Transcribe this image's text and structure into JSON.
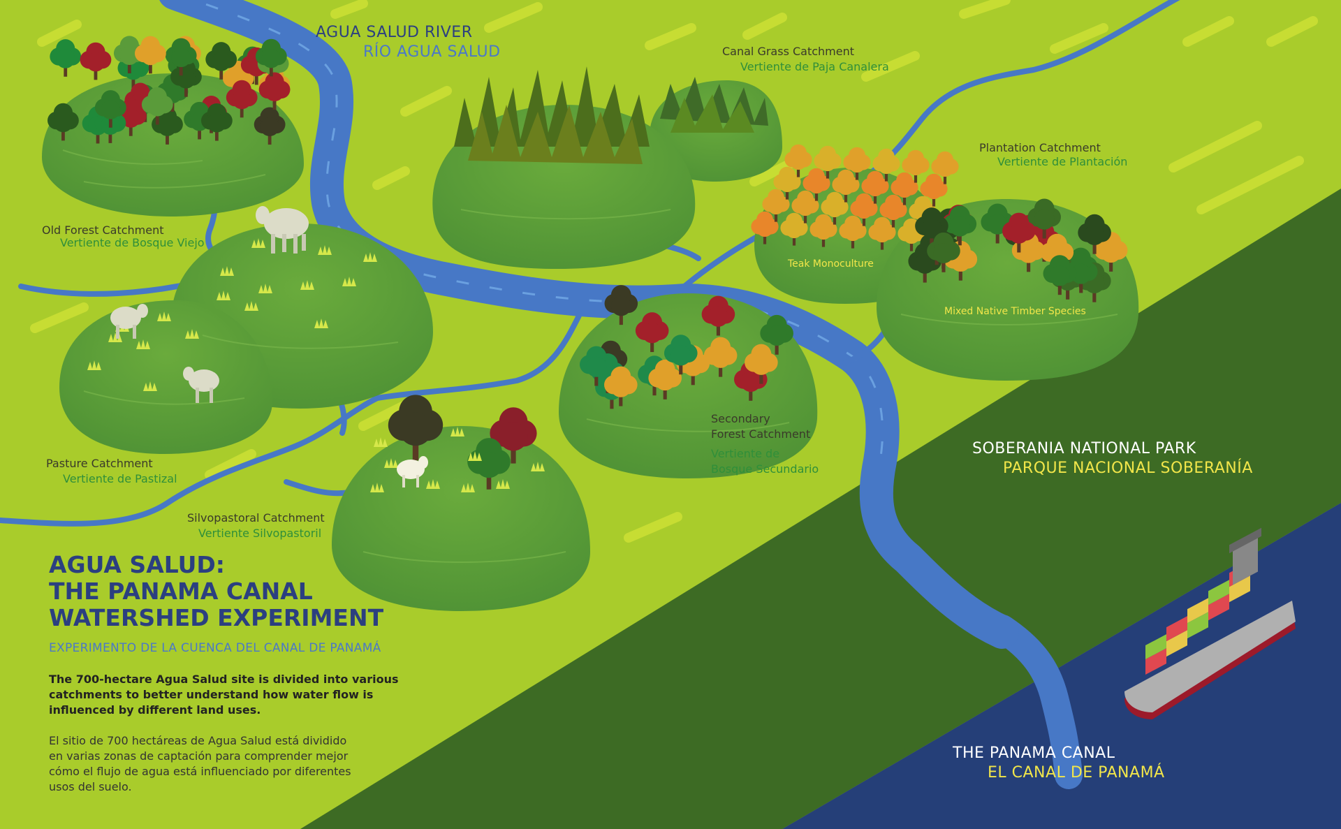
{
  "title": {
    "line1": "AGUA SALUD:",
    "line2": "THE PANAMA CANAL",
    "line3": "WATERSHED EXPERIMENT",
    "subtitle_es": "EXPERIMENTO DE LA CUENCA DEL CANAL DE PANAMÁ"
  },
  "description": {
    "en": "The 700-hectare Agua Salud site is divided into various catchments to better understand how water flow is influenced by different land uses.",
    "es": "El sitio de 700 hectáreas de Agua Salud está dividido en varias zonas de captación para comprender mejor cómo el flujo de agua está influenciado por diferentes usos del suelo."
  },
  "river": {
    "en": "AGUA SALUD RIVER",
    "es": "RÍO AGUA SALUD"
  },
  "catchments": {
    "old_forest": {
      "en": "Old Forest Catchment",
      "es": "Vertiente de Bosque Viejo"
    },
    "canal_grass": {
      "en": "Canal Grass Catchment",
      "es": "Vertiente de Paja Canalera"
    },
    "plantation": {
      "en": "Plantation Catchment",
      "es": "Vertiente de Plantación"
    },
    "pasture": {
      "en": "Pasture Catchment",
      "es": "Vertiente de Pastizal"
    },
    "silvopastoral": {
      "en": "Silvopastoral Catchment",
      "es": "Vertiente Silvopastoril"
    },
    "secondary_forest": {
      "en_line1": "Secondary",
      "en_line2": "Forest Catchment",
      "es_line1": "Vertiente de",
      "es_line2": "Bosque Secundario"
    }
  },
  "sub_labels": {
    "teak": "Teak Monoculture",
    "mixed": "Mixed Native Timber Species"
  },
  "park": {
    "en": "SOBERANIA NATIONAL PARK",
    "es": "PARQUE NACIONAL SOBERANÍA"
  },
  "canal": {
    "en": "THE PANAMA CANAL",
    "es": "EL CANAL DE PANAMÁ"
  },
  "colors": {
    "background": "#a9cc2b",
    "hill": "#5a9b3a",
    "river": "#4778c6",
    "canal": "#253f78",
    "title": "#2b3f80",
    "park_label": "#f2e64a"
  },
  "icons": [
    "cow-icon",
    "tree-icon",
    "grass-tuft-icon",
    "container-ship-icon"
  ]
}
